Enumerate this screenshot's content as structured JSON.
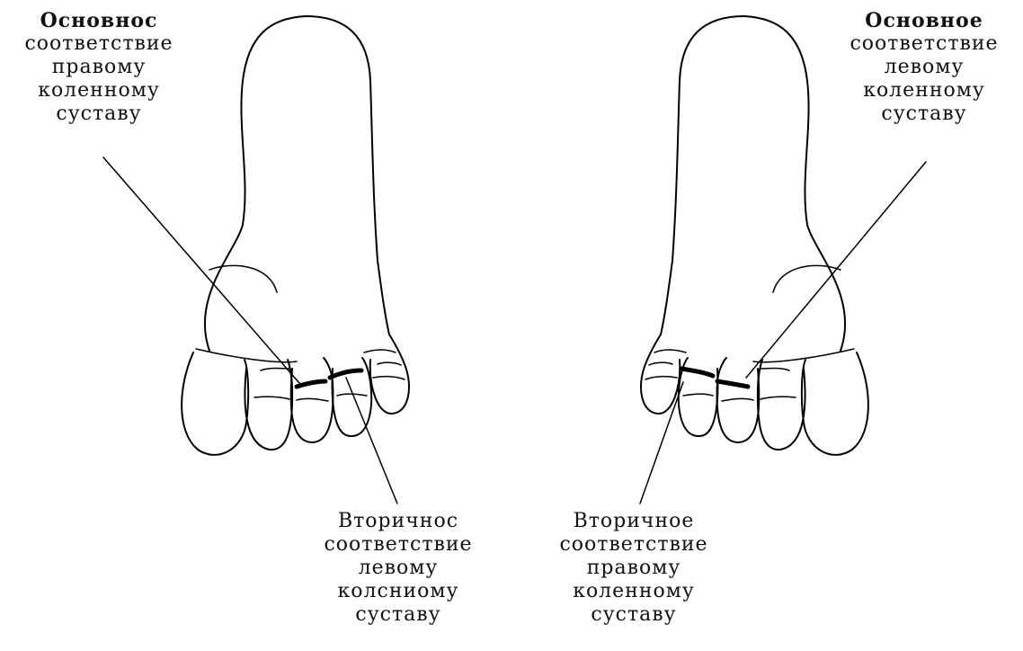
{
  "labels": {
    "top_left": [
      "Основнос",
      "соответствие",
      "правому",
      "коленному",
      "суставу"
    ],
    "top_right": [
      "Основное",
      "соответствие",
      "левому",
      "коленному",
      "суставу"
    ],
    "bottom_left": [
      "Вторичнос",
      "соответствие",
      "левому",
      "колсниому",
      "суставу"
    ],
    "bottom_right": [
      "Вторичное",
      "соответствие",
      "правому",
      "коленному",
      "суставу"
    ]
  }
}
